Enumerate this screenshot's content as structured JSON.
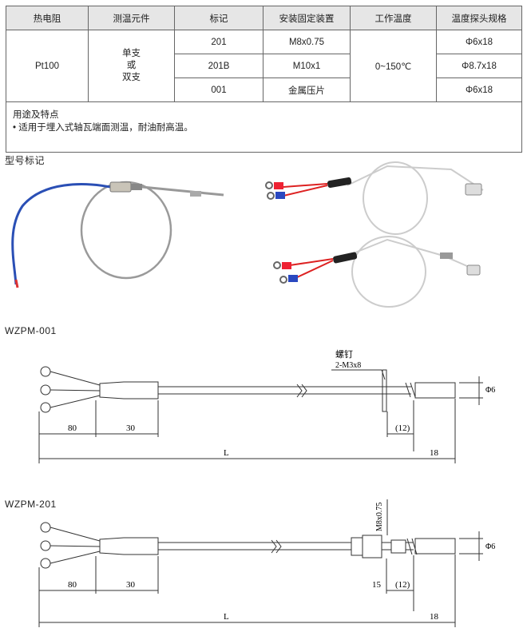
{
  "table": {
    "headers": [
      "热电阻",
      "测温元件",
      "标记",
      "安装固定装置",
      "工作温度",
      "温度探头规格"
    ],
    "resistor": "Pt100",
    "element": [
      "单支",
      "或",
      "双支"
    ],
    "rows": [
      {
        "mark": "201",
        "fixing": "M8x0.75",
        "probe": "Φ6x18"
      },
      {
        "mark": "201B",
        "fixing": "M10x1",
        "probe": "Φ8.7x18"
      },
      {
        "mark": "001",
        "fixing": "金属压片",
        "probe": "Φ6x18"
      }
    ],
    "temperature": "0~150℃",
    "usage_title": "用途及特点",
    "usage_text": "• 适用于埋入式轴瓦端面测温，耐油耐高温。"
  },
  "section_photos": "型号标记",
  "drawing1": {
    "title": "WZPM-001",
    "screw_label": "螺钉",
    "screw_spec": "2-M3x8",
    "dim_80": "80",
    "dim_30": "30",
    "dim_12": "(12)",
    "dim_L": "L",
    "dim_18": "18",
    "dim_d": "Φ6"
  },
  "drawing2": {
    "title": "WZPM-201",
    "thread_spec": "M8x0.75",
    "dim_80": "80",
    "dim_30": "30",
    "dim_15": "15",
    "dim_12": "(12)",
    "dim_L": "L",
    "dim_18": "18",
    "dim_d": "Φ6"
  }
}
